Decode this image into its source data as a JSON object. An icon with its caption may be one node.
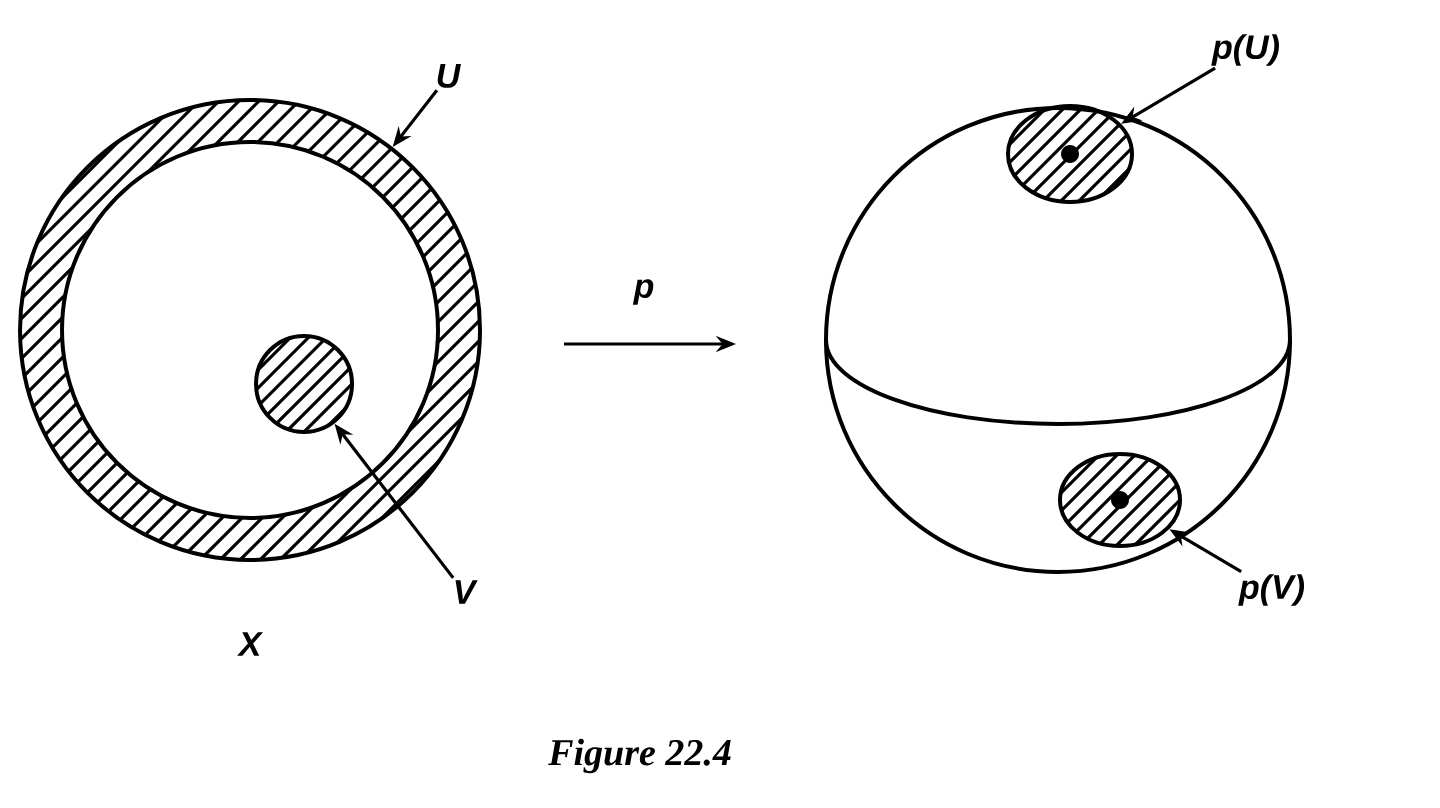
{
  "diagram": {
    "caption": "Figure 22.4",
    "nodes": [
      {
        "text": [],
        "shape": "circle"
      },
      {
        "text": [
          "U"
        ]
      },
      {
        "text": [],
        "shape": "circle",
        "in": 0
      },
      {
        "text": [
          "V"
        ]
      },
      {
        "text": [],
        "shape": "circle"
      },
      {
        "text": [],
        "shape": "circle",
        "in": 4
      },
      {
        "text": [
          "p(U)"
        ]
      },
      {
        "text": [],
        "shape": "circle",
        "in": 4
      },
      {
        "text": [
          "p(V)"
        ]
      }
    ],
    "edges": [
      {
        "from": 1,
        "to": 0,
        "arrow": "to"
      },
      {
        "from": 3,
        "to": 2,
        "arrow": "to"
      },
      {
        "from": 6,
        "to": 5,
        "arrow": "to"
      },
      {
        "from": 8,
        "to": 7,
        "arrow": "to"
      }
    ],
    "labels": [
      "p",
      "X"
    ]
  }
}
